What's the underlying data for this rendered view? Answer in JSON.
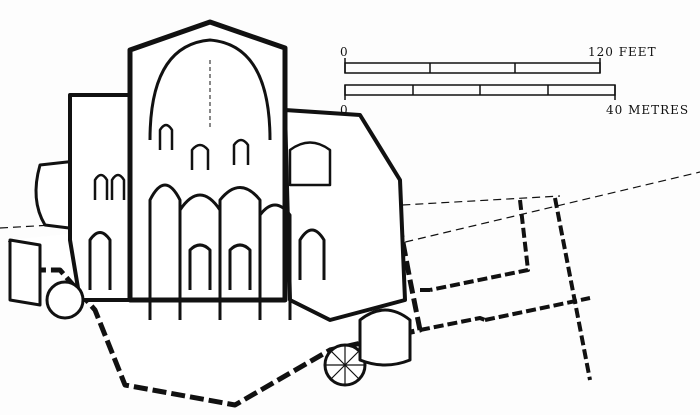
{
  "scale": {
    "feet": {
      "start_label": "0",
      "end_label": "120 FEET",
      "divisions": 3
    },
    "metres": {
      "start_label": "0",
      "end_label": "40 METRES",
      "divisions": 4
    }
  },
  "colors": {
    "ink": "#111111",
    "paper": "#fdfdfd"
  }
}
